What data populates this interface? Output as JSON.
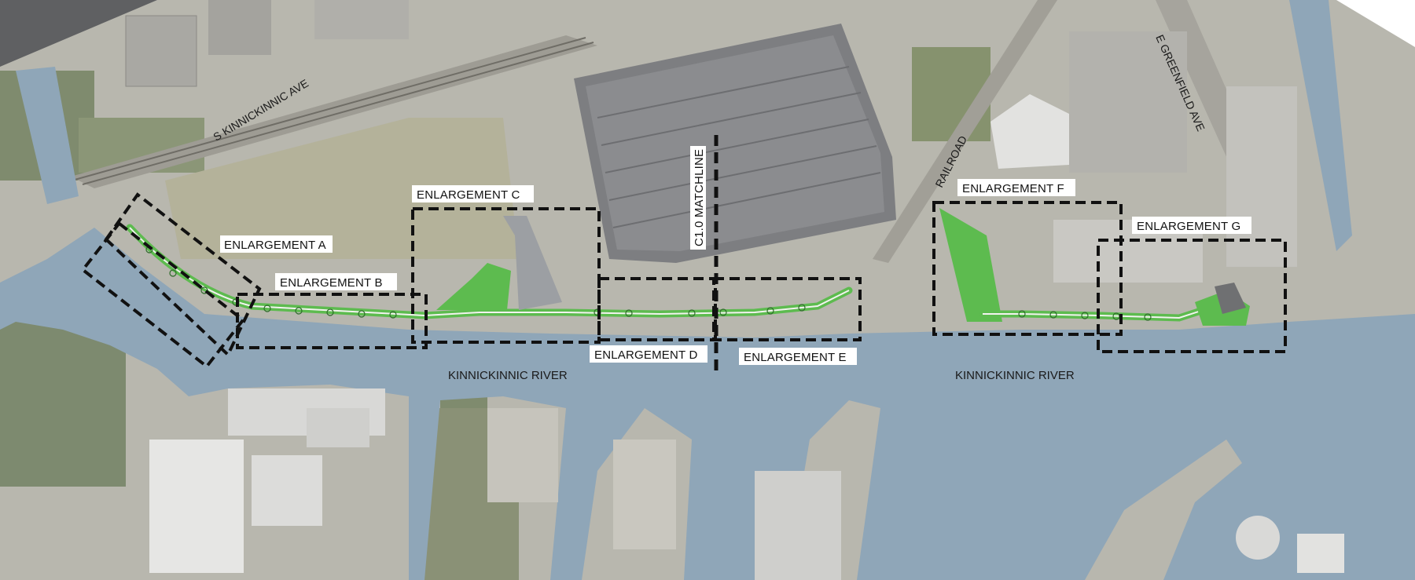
{
  "labels": {
    "enlargement_a": "ENLARGEMENT A",
    "enlargement_b": "ENLARGEMENT B",
    "enlargement_c": "ENLARGEMENT C",
    "enlargement_d": "ENLARGEMENT D",
    "enlargement_e": "ENLARGEMENT E",
    "enlargement_f": "ENLARGEMENT F",
    "enlargement_g": "ENLARGEMENT G",
    "matchline": "C1.0 MATCHLINE"
  },
  "rivers": {
    "west": "KINNICKINNIC RIVER",
    "east": "KINNICKINNIC RIVER"
  },
  "roads": {
    "kinnickinnic_ave": "S KINNICKINNIC AVE",
    "railroad": "RAILROAD",
    "greenfield_ave": "E GREENFIELD AVE"
  },
  "colors": {
    "water": "#8ea6b8",
    "land": "#b9b7ad",
    "trail_green": "#5dbb4f",
    "boundary_dash": "#111111"
  }
}
